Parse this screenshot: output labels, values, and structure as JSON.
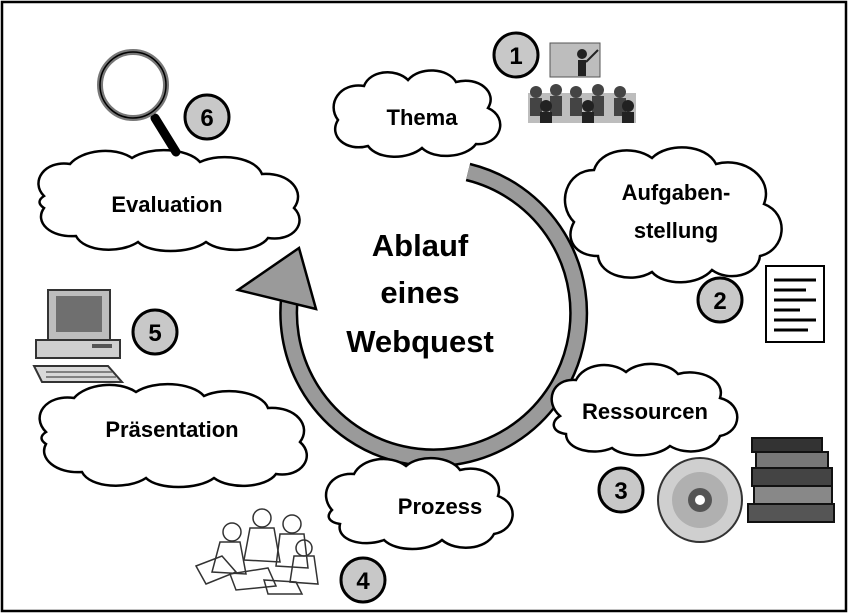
{
  "title_lines": [
    "Ablauf",
    "eines",
    "Webquest"
  ],
  "steps": [
    {
      "number": "1",
      "label_lines": [
        "Thema"
      ],
      "icon": "classroom-teacher-icon"
    },
    {
      "number": "2",
      "label_lines": [
        "Aufgaben-",
        "stellung"
      ],
      "icon": "document-icon"
    },
    {
      "number": "3",
      "label_lines": [
        "Ressourcen"
      ],
      "icon": "cd-and-books-icon"
    },
    {
      "number": "4",
      "label_lines": [
        "Prozess"
      ],
      "icon": "group-work-icon"
    },
    {
      "number": "5",
      "label_lines": [
        "Präsentation"
      ],
      "icon": "computer-icon"
    },
    {
      "number": "6",
      "label_lines": [
        "Evaluation"
      ],
      "icon": "magnifier-icon"
    }
  ],
  "colors": {
    "arrow": "#9a9a9a",
    "badge": "#c8c8c8",
    "frame": "#000000"
  }
}
